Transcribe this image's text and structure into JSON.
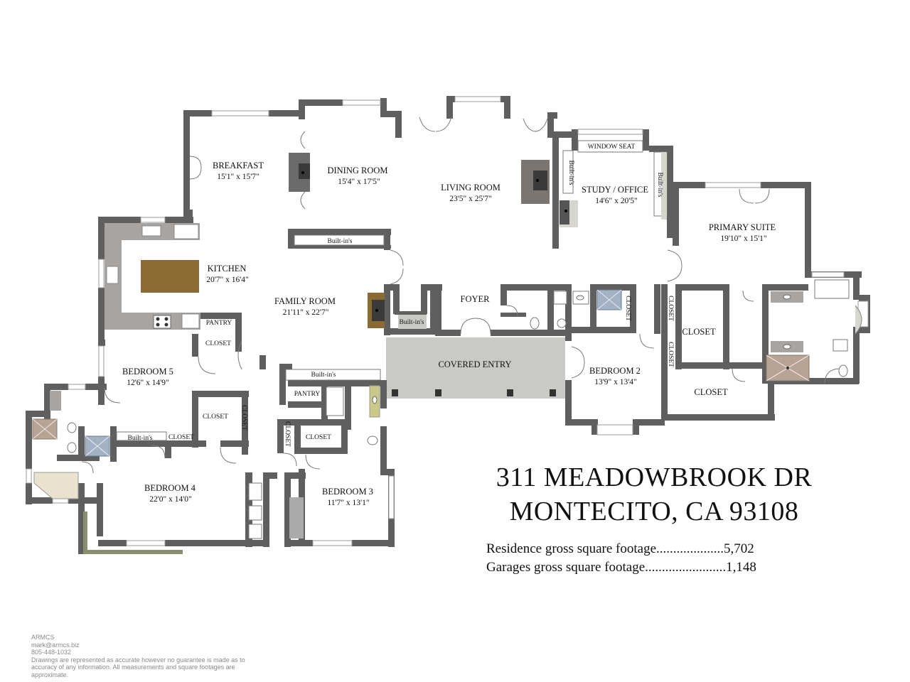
{
  "rooms": {
    "breakfast": {
      "name": "BREAKFAST",
      "dim": "15'1\" x 15'7\""
    },
    "dining": {
      "name": "DINING ROOM",
      "dim": "15'4\" x 17'5\""
    },
    "living": {
      "name": "LIVING ROOM",
      "dim": "23'5\" x 25'7\""
    },
    "study": {
      "name": "STUDY / OFFICE",
      "dim": "14'6\" x 20'5\""
    },
    "primary": {
      "name": "PRIMARY SUITE",
      "dim": "19'10\" x 15'1\""
    },
    "kitchen": {
      "name": "KITCHEN",
      "dim": "20'7\" x 16'4\""
    },
    "family": {
      "name": "FAMILY ROOM",
      "dim": "21'11\" x 22'7\""
    },
    "bedroom5": {
      "name": "BEDROOM 5",
      "dim": "12'6\" x 14'9\""
    },
    "bedroom4": {
      "name": "BEDROOM 4",
      "dim": "22'0\" x 14'0\""
    },
    "bedroom3": {
      "name": "BEDROOM 3",
      "dim": "11'7\" x 13'1\""
    },
    "bedroom2": {
      "name": "BEDROOM 2",
      "dim": "13'9\" x 13'4\""
    }
  },
  "labels": {
    "window_seat": "WINDOW SEAT",
    "builtins": "Built-in's",
    "foyer": "FOYER",
    "covered_entry": "COVERED ENTRY",
    "closet": "CLOSET",
    "pantry": "PANTRY"
  },
  "address": {
    "line1": "311 MEADOWBROOK DR",
    "line2": "MONTECITO, CA 93108"
  },
  "footage": {
    "residence": "Residence gross square footage....................5,702",
    "garages": "Garages gross square footage........................1,148"
  },
  "credits": {
    "company": "ARMCS",
    "email": "mark@armcs.biz",
    "phone": "805-448-1032",
    "disclaimer": "Drawings are represented as accurate however no guarantee is made as to accuracy of any information. All measurements and square footages are approximate."
  },
  "colors": {
    "wall": "#5f5f5f",
    "covered_entry": "#c9c9c6",
    "kitchen_counter": "#a7a4a1",
    "island": "#8b6a33",
    "fireplace": "#6b6b6b",
    "shower": "#b9a394",
    "tub_green": "#c9c98a"
  }
}
